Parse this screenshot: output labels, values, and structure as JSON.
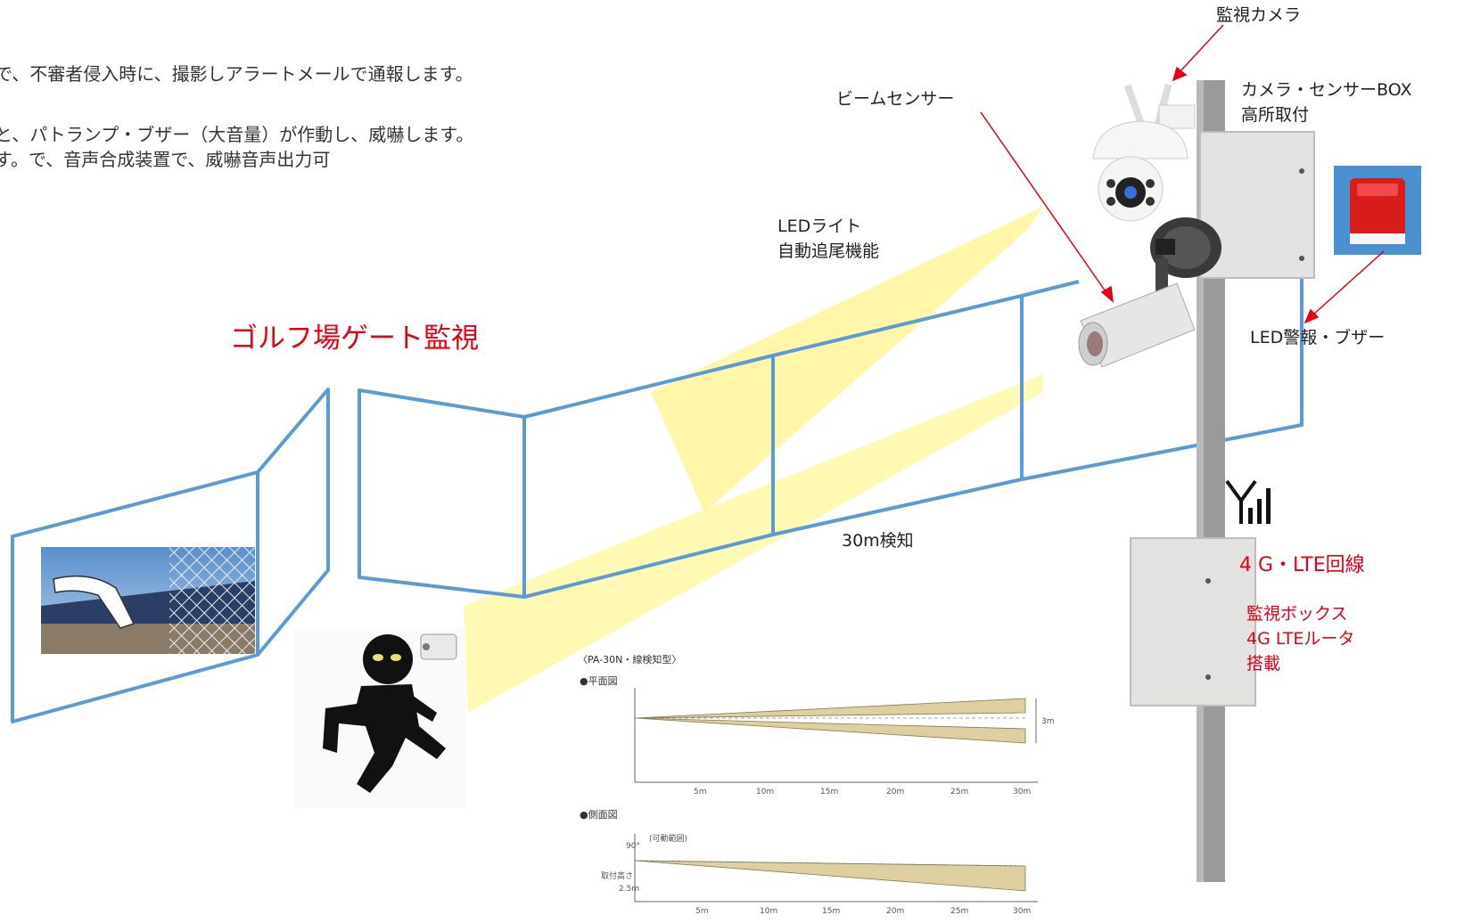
{
  "intro": {
    "line1": "で、不審者侵入時に、撮影しアラートメールで通報します。",
    "line2": "と、パトランプ・ブザー（大音量）が作動し、威嚇します。",
    "line3": "す。で、音声合成装置で、威嚇音声出力可"
  },
  "title": "ゴルフ場ゲート監視",
  "labels": {
    "camera": "監視カメラ",
    "beam_sensor": "ビームセンサー",
    "box_line1": "カメラ・センサーBOX",
    "box_line2": "高所取付",
    "led_line1": "LEDライト",
    "led_line2": "自動追尾機能",
    "alarm": "LED警報・ブザー",
    "detect": "30m検知",
    "network": "4 G・LTE回線",
    "monitor_line1": "監視ボックス",
    "monitor_line2": "4G LTEルータ",
    "monitor_line3": "搭載"
  },
  "spec": {
    "model": "〈PA-30N・線検知型〉",
    "plan_view": "●平面図",
    "side_view": "●側面図",
    "width_note": "3m",
    "height_note": "2.5m",
    "mount_note": "取付高さ",
    "range_note": "(可動範囲)",
    "angle_note": "90°",
    "ticks": [
      "5m",
      "10m",
      "15m",
      "20m",
      "25m",
      "30m"
    ]
  },
  "colors": {
    "fence": "#5b9bd5",
    "beam": "#fff7a0",
    "alert_red": "#e60012",
    "pole": "#9a9a9a"
  }
}
